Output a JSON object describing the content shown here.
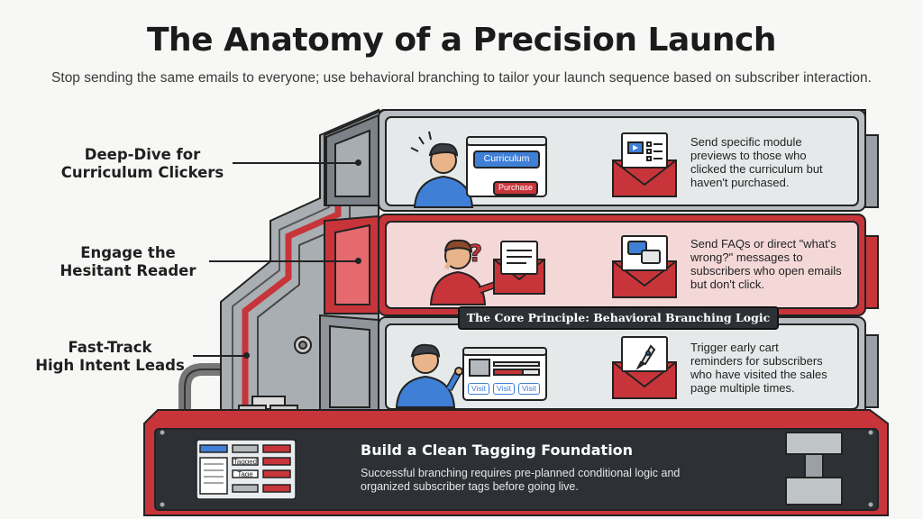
{
  "header": {
    "title": "The Anatomy of a Precision Launch",
    "subtitle": "Stop sending the same emails to everyone; use behavioral branching to tailor your launch sequence based on subscriber interaction."
  },
  "tiers": [
    {
      "label_line1": "Deep-Dive for",
      "label_line2": "Curriculum Clickers",
      "text_lines": [
        "Send specific module",
        "previews to those who",
        "clicked the curriculum but",
        "haven't purchased."
      ],
      "ui_primary": "Curriculum",
      "ui_secondary": "Purchase",
      "email_icon": "video-checklist-icon"
    },
    {
      "label_line1": "Engage the",
      "label_line2": "Hesitant Reader",
      "text_lines": [
        "Send FAQs or direct \"what's",
        "wrong?\" messages to",
        "subscribers who open emails",
        "but don't click."
      ],
      "question_mark": "?",
      "email_icon": "chat-bubbles-icon"
    },
    {
      "label_line1": "Fast-Track",
      "label_line2": "High Intent Leads",
      "text_lines": [
        "Trigger early cart",
        "reminders for subscribers",
        "who have visited the sales",
        "page multiple times."
      ],
      "visit_buttons": [
        "Visit",
        "Visit",
        "Visit"
      ],
      "email_icon": "rocket-icon"
    }
  ],
  "banner": "The Core Principle: Behavioral Branching Logic",
  "base": {
    "title": "Build a Clean Tagging Foundation",
    "text_line1": "Successful branching requires pre-planned conditional logic and",
    "text_line2": "organized subscriber tags before going live.",
    "tag_labels": [
      "Tagged",
      "Tage"
    ]
  },
  "colors": {
    "red": "#c7353a",
    "dark": "#2d3136",
    "panel_light": "#e6e9ea",
    "panel_pink": "#f4d8d8",
    "gray": "#9aa0a5"
  }
}
